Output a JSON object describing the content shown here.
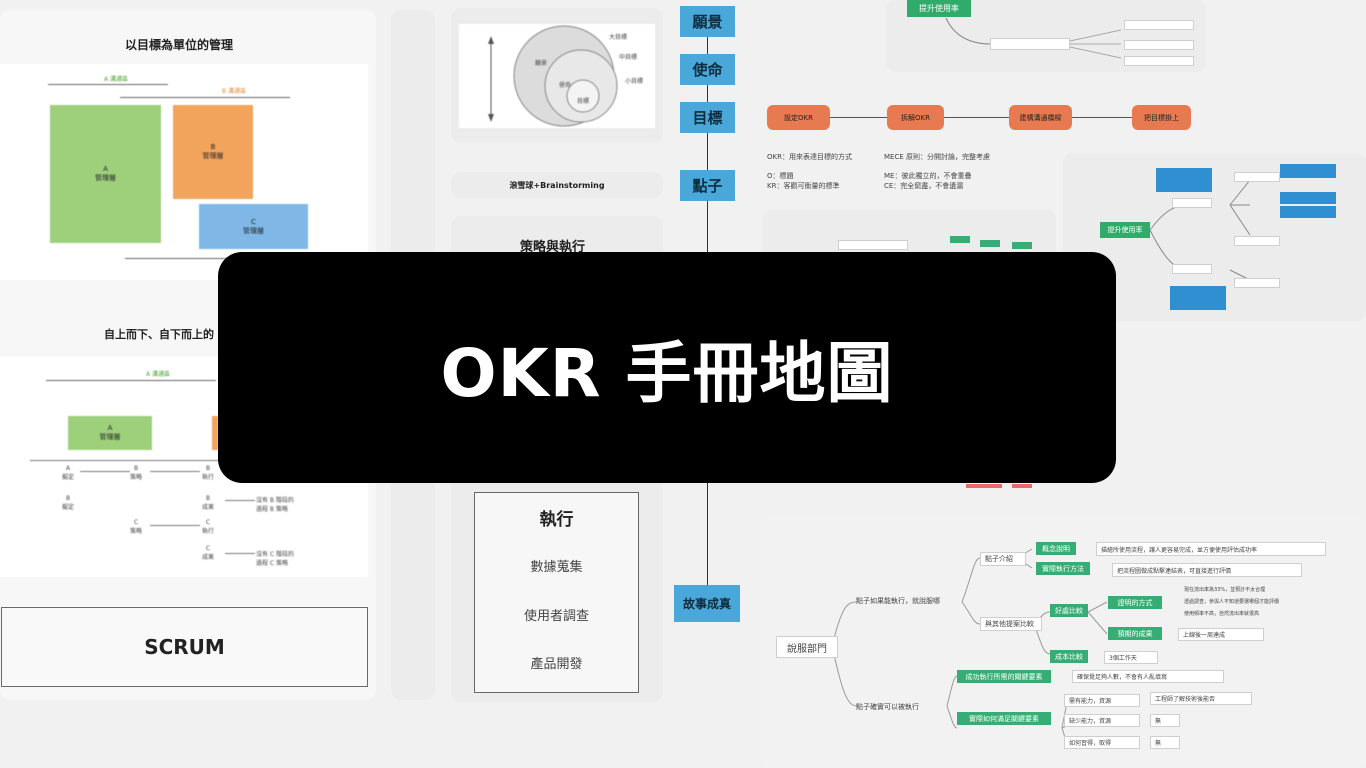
{
  "banner": {
    "title": "OKR 手冊地圖"
  },
  "left": {
    "top_title": "以目標為單位的管理",
    "mid_title": "自上而下、自下而上的",
    "bottom_label": "SCRUM",
    "tiny_a": "A 溝通區",
    "tiny_b": "B 溝通區",
    "box_a": "A\n管理層",
    "box_b": "B\n管理層",
    "box_c": "C\n管理層",
    "low_box_a": "A\n管理層",
    "low_labels": [
      "A 溝通區"
    ],
    "flow_small": [
      "A\n擬定",
      "B\n策略",
      "B\n執行",
      "B\n成果",
      "B\n擬定",
      "C\n策略",
      "C\n執行",
      "C\n成果"
    ],
    "flow_notes": [
      "沒有 B 階段的\n過程 B 策略",
      "沒有 C 階段的\n過程 C 策略"
    ]
  },
  "middle": {
    "brainstorm": "滾雪球+Brainstorming",
    "strategy_title": "策略與執行",
    "exec_title": "執行",
    "exec_items": [
      "數據蒐集",
      "使用者調查",
      "產品開發"
    ],
    "circle_labels": [
      "大目標",
      "中目標",
      "小目標",
      "願景",
      "使命",
      "目標"
    ]
  },
  "flow": {
    "nodes": [
      "願景",
      "使命",
      "目標",
      "點子",
      "故事成真"
    ]
  },
  "right": {
    "pills": [
      "設定OKR",
      "拆解OKR",
      "建構溝通橋樑",
      "把目標掛上"
    ],
    "notes_left": [
      "OKR：用來表達目標的方式",
      "O：標題",
      "KR：客觀可衡量的標準"
    ],
    "notes_mid": [
      "MECE 原則：分開討論，完整考慮",
      "ME：彼此獨立的，不會重疊",
      "CE：完全窮盡，不會遺漏"
    ],
    "top_node": "提升使用率",
    "mind_center": "提升使用率",
    "bottom_root": "說服部門",
    "bottom_branch_1": "點子如果能執行，就說服哪",
    "bottom_branch_2": "點子確實可以被執行",
    "bottom_nodes": [
      "點子介紹",
      "概念說明",
      "實際執行方法",
      "與其他提案比較",
      "好處比較",
      "證明的方式",
      "預期的成果",
      "成本比較",
      "成功執行所需的關鍵要素",
      "實際如何滿足關鍵要素"
    ],
    "bottom_notes": [
      "描繪所使用流程，讓人更容易完成，並方便使用評估成功率",
      "把流程圖做成點擊連結表，可直接進行評價",
      "現在流出率為33%，並預計不太合理",
      "透過調查，參與人不知道要選哪個才能評價",
      "使用頻率不高，自然流出率就很高",
      "上線後一周達成",
      "3個工作天",
      "確保覺足夠人數，不會有人亂填寫",
      "工程師了解技術後能否",
      "無",
      "無"
    ],
    "bottom_row_labels": [
      "需有能力，資源",
      "缺少能力，資源",
      "如何習得，取得"
    ]
  }
}
